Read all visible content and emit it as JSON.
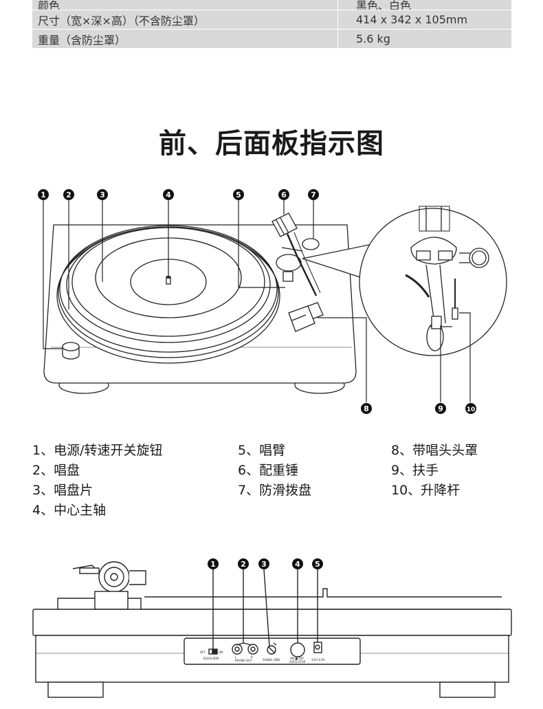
{
  "specs": [
    {
      "label": "颜色",
      "value": "黑色、白色"
    },
    {
      "label": "尺寸（宽×深×高）（不含防尘罩）",
      "value": "414 x 342 x 105mm"
    },
    {
      "label": "重量（含防尘罩）",
      "value": "5.6 kg"
    }
  ],
  "title": "前、后面板指示图",
  "front_markers": [
    "1",
    "2",
    "3",
    "4",
    "5",
    "6",
    "7",
    "8",
    "9",
    "10"
  ],
  "legend": {
    "col1": [
      "1、电源/转速开关旋钮",
      "2、唱盘",
      "3、唱盘片",
      "4、中心主轴"
    ],
    "col2": [
      "5、唱臂",
      "6、配重锤",
      "7、防滑拨盘"
    ],
    "col3": [
      "8、带唱头头罩",
      "9、扶手",
      "10、升降杆"
    ]
  },
  "rear_markers": [
    "1",
    "2",
    "3",
    "4",
    "5"
  ],
  "rear_panel_labels": {
    "off": "OFF",
    "on": "ON",
    "equalizer": "EQUALIZER",
    "phono_out": "PHONO OUT",
    "l": "L",
    "r": "R",
    "signal_gnd": "SIGNAL GND",
    "auto_stop": "AUTO STOP",
    "on_off": "ON ■ OFF",
    "dc": "12V/ 0.5A"
  },
  "colors": {
    "badge": "#111111",
    "table_bg": "#d9d9d9",
    "line": "#222222"
  }
}
